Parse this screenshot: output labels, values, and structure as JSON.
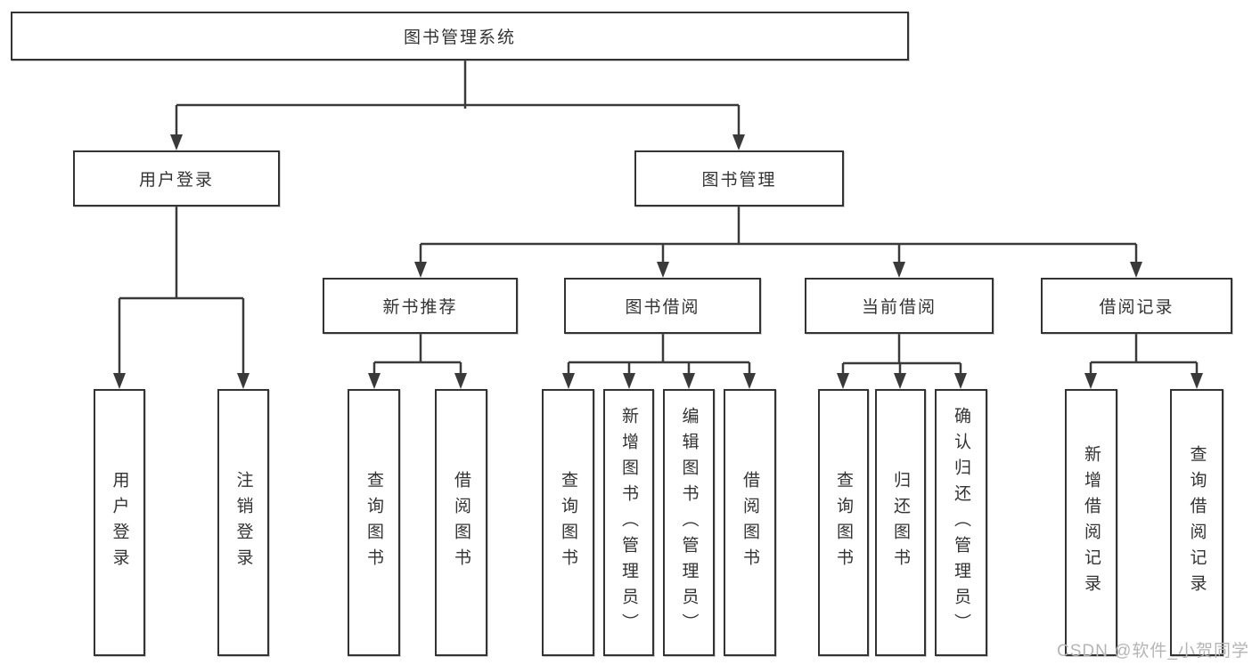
{
  "watermark": "CSDN @软件_小贺同学",
  "colors": {
    "line": "#3a3a3a",
    "box_border": "#333333",
    "text": "#333333",
    "background": "#ffffff",
    "watermark": "#b5b5b5"
  },
  "tree": {
    "label": "图书管理系统",
    "children": [
      {
        "label": "用户登录",
        "children": [
          {
            "label": "用户登录"
          },
          {
            "label": "注销登录"
          }
        ]
      },
      {
        "label": "图书管理",
        "children": [
          {
            "label": "新书推荐",
            "children": [
              {
                "label": "查询图书"
              },
              {
                "label": "借阅图书"
              }
            ]
          },
          {
            "label": "图书借阅",
            "children": [
              {
                "label": "查询图书"
              },
              {
                "label": "新增图书（管理员）"
              },
              {
                "label": "编辑图书（管理员）"
              },
              {
                "label": "借阅图书"
              }
            ]
          },
          {
            "label": "当前借阅",
            "children": [
              {
                "label": "查询图书"
              },
              {
                "label": "归还图书"
              },
              {
                "label": "确认归还（管理员）"
              }
            ]
          },
          {
            "label": "借阅记录",
            "children": [
              {
                "label": "新增借阅记录"
              },
              {
                "label": "查询借阅记录"
              }
            ]
          }
        ]
      }
    ]
  }
}
